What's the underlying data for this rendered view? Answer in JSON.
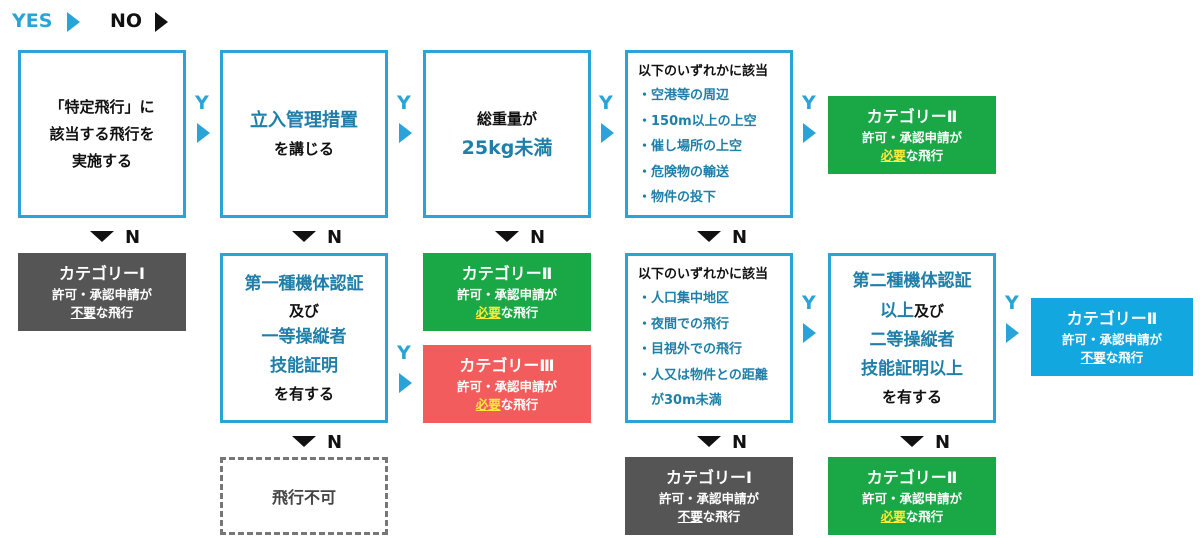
{
  "legend": {
    "yes": "YES",
    "no": "NO"
  },
  "flow": {
    "yes_mark": "Y",
    "no_mark": "N",
    "q1": [
      "「特定飛行」に",
      "該当する飛行を",
      "実施する"
    ],
    "q2": {
      "line1": "立入管理措置",
      "line2": "を講じる"
    },
    "q3": {
      "line1": "総重量が",
      "line2": "25kg未満"
    },
    "q4": {
      "title": "以下のいずれかに該当",
      "items": [
        "・空港等の周辺",
        "・150m以上の上空",
        "・催し場所の上空",
        "・危険物の輸送",
        "・物件の投下"
      ]
    },
    "q5": {
      "l1": "第一種機体認証",
      "l2": "及び",
      "l3": "一等操縦者",
      "l4": "技能証明",
      "l5": "を有する"
    },
    "q6": {
      "title": "以下のいずれかに該当",
      "items": [
        "・人口集中地区",
        "・夜間での飛行",
        "・目視外での飛行",
        "・人又は物件との距離",
        "　が30m未満"
      ]
    },
    "q7": {
      "l1": "第二種機体認証",
      "l2a": "以上",
      "l2b": "及び",
      "l3": "二等操縦者",
      "l4": "技能証明以上",
      "l5": "を有する"
    },
    "cat1_name": "カテゴリーⅠ",
    "cat2_name": "カテゴリーⅡ",
    "cat3_name": "カテゴリーⅢ",
    "permit_prefix": "許可・承認申請が",
    "unnecessary": "不要",
    "necessary": "必要",
    "flight_suffix": "な飛行",
    "no_flight": "飛行不可"
  },
  "colors": {
    "accent": "#29a3d8",
    "green": "#1aa745",
    "gray": "#555555",
    "red": "#f25c5c",
    "cyan": "#12a7df"
  }
}
